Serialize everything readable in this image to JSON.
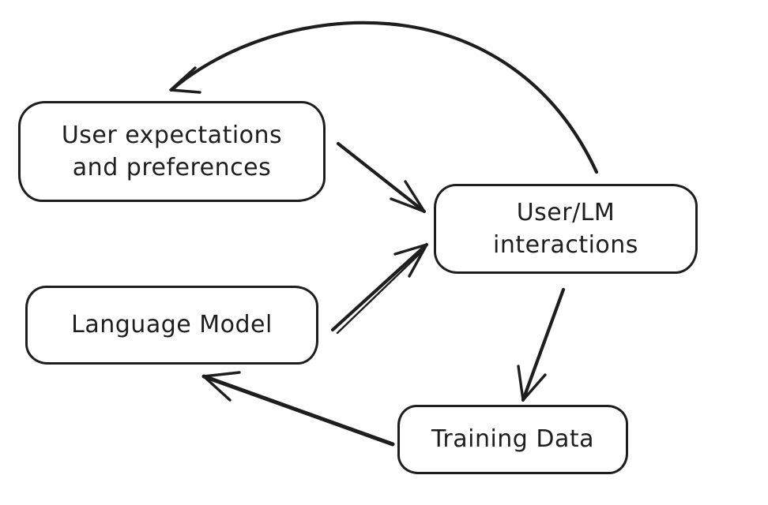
{
  "diagram": {
    "nodes": [
      {
        "id": "user-expectations",
        "label": "User expectations\nand preferences"
      },
      {
        "id": "user-lm-interactions",
        "label": "User/LM\ninteractions"
      },
      {
        "id": "language-model",
        "label": "Language Model"
      },
      {
        "id": "training-data",
        "label": "Training Data"
      }
    ],
    "edges": [
      {
        "from": "User/LM interactions",
        "to": "User expectations and preferences",
        "style": "curved"
      },
      {
        "from": "User expectations and preferences",
        "to": "User/LM interactions",
        "style": "straight"
      },
      {
        "from": "Language Model",
        "to": "User/LM interactions",
        "style": "straight"
      },
      {
        "from": "User/LM interactions",
        "to": "Training Data",
        "style": "straight"
      },
      {
        "from": "Training Data",
        "to": "Language Model",
        "style": "straight"
      }
    ],
    "colors": {
      "stroke": "#1e1e1e",
      "background": "#ffffff",
      "node_fill": "#ffffff"
    }
  }
}
